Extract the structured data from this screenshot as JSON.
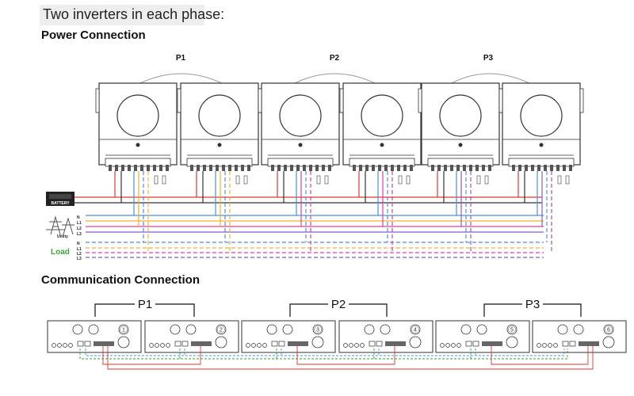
{
  "header": {
    "title": "Two inverters in each phase:",
    "power_heading": "Power Connection",
    "comm_heading": "Communication Connection"
  },
  "phases": [
    "P1",
    "P2",
    "P3"
  ],
  "battery_label": "BATTERY",
  "utility_label": "Utility",
  "load_label": "Load",
  "utility_terminals": [
    "N",
    "L1",
    "L2",
    "L3"
  ],
  "load_terminals": [
    "N",
    "L1",
    "L2",
    "L3"
  ],
  "units": [
    "1",
    "2",
    "3",
    "4",
    "5",
    "6"
  ],
  "colors": {
    "battery_pos": "#e0392b",
    "battery_neg": "#333333",
    "neutral": "#4a90e2",
    "l1": "#f0b030",
    "l2": "#e040a0",
    "l3": "#8b5cc4",
    "comm_green": "#2e9e3e",
    "comm_blue": "#4a90e2",
    "comm_red": "#e0392b"
  }
}
